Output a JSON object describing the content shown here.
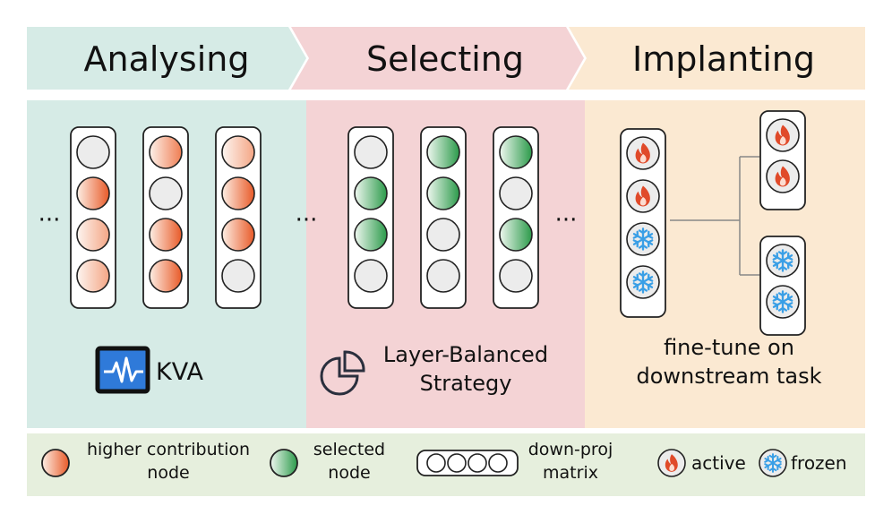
{
  "stages": [
    {
      "title": "Analysing"
    },
    {
      "title": "Selecting"
    },
    {
      "title": "Implanting"
    }
  ],
  "panels": {
    "analysing": {
      "icon": "monitor-waveform-icon",
      "label": "KVA",
      "columns": [
        [
          "none",
          "strong",
          "light",
          "light"
        ],
        [
          "medium",
          "none",
          "strong",
          "strong"
        ],
        [
          "light",
          "strong",
          "strong",
          "none"
        ]
      ]
    },
    "selecting": {
      "icon": "pie-chart-icon",
      "label_lines": [
        "Layer-Balanced",
        "Strategy"
      ],
      "columns": [
        [
          "none",
          "selected",
          "selected",
          "none"
        ],
        [
          "selected",
          "selected",
          "none",
          "none"
        ],
        [
          "selected",
          "none",
          "selected",
          "none"
        ]
      ]
    },
    "implanting": {
      "label_lines": [
        "fine-tune on",
        "downstream task"
      ],
      "main_column": [
        "active",
        "active",
        "frozen",
        "frozen"
      ],
      "split_top": [
        "active",
        "active"
      ],
      "split_bottom": [
        "frozen",
        "frozen"
      ]
    }
  },
  "ellipsis": "···",
  "legend": {
    "higher_contribution_lines": [
      "higher contribution",
      "node"
    ],
    "selected_lines": [
      "selected",
      "node"
    ],
    "downproj_lines": [
      "down-proj",
      "matrix"
    ],
    "active": "active",
    "frozen": "frozen"
  },
  "colors": {
    "analysing_bg": "#d6ebe6",
    "selecting_bg": "#f4d3d5",
    "implanting_bg": "#fbe9d2",
    "legend_bg": "#e6efdd",
    "contribution_orange": "#ec6a3a",
    "selected_green": "#2e9a4a",
    "frozen_blue": "#3a9fe6",
    "active_red": "#e04a2a"
  }
}
